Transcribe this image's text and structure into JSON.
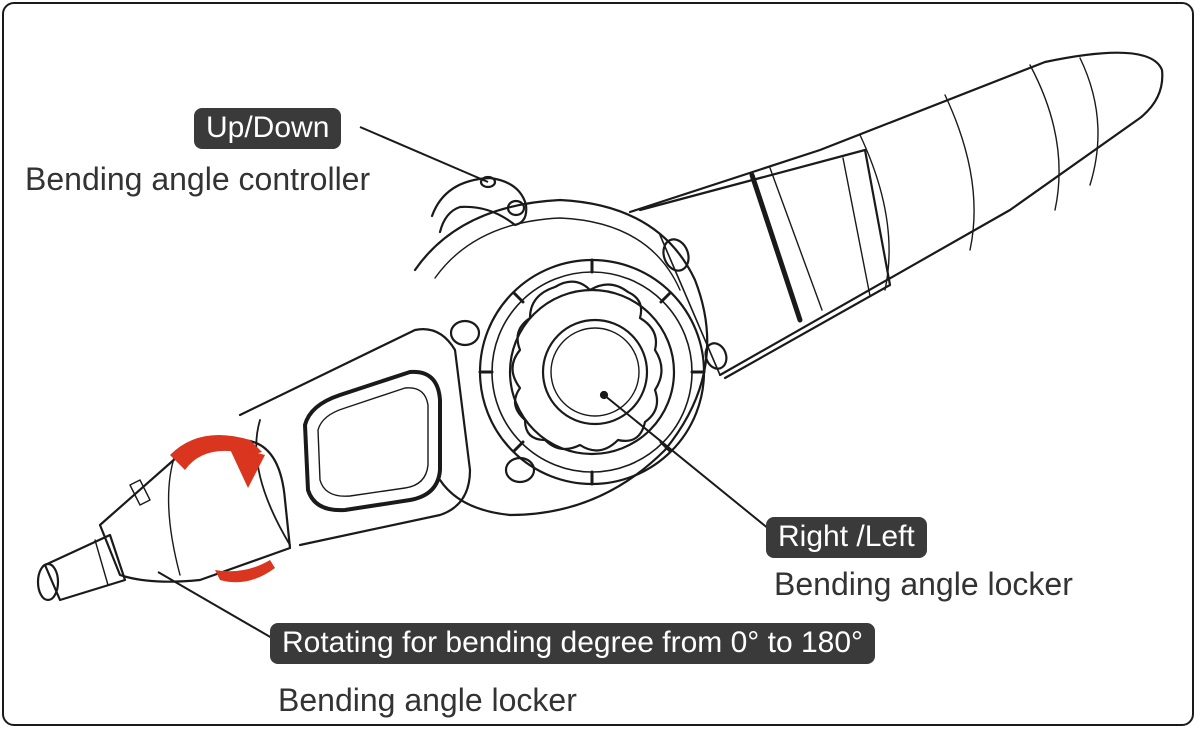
{
  "callouts": {
    "updown": {
      "badge": "Up/Down",
      "caption": "Bending angle controller"
    },
    "rightleft": {
      "badge": "Right /Left",
      "caption": "Bending angle locker"
    },
    "rotating": {
      "badge": "Rotating for bending degree from 0°  to 180°",
      "caption": "Bending angle locker"
    }
  },
  "colors": {
    "badge_bg": "#3a3a3a",
    "badge_text": "#ffffff",
    "caption_text": "#333333",
    "line_art": "#1a1a1a",
    "rotation_arrow": "#d9351f"
  },
  "icons": {
    "rotation": "curved-rotation-arrow",
    "device": "endoscope-handle-line-drawing"
  }
}
